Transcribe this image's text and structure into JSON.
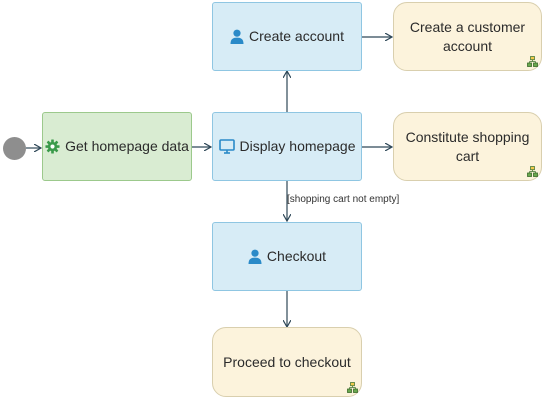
{
  "nodes": {
    "get_homepage_data": "Get homepage data",
    "display_homepage": "Display homepage",
    "create_account": "Create account",
    "checkout": "Checkout",
    "create_customer_account": "Create a customer account",
    "constitute_shopping_cart": "Constitute shopping cart",
    "proceed_to_checkout": "Proceed to checkout"
  },
  "guards": {
    "display_to_checkout": "[shopping cart not empty]"
  },
  "icons": {
    "user": "user-icon",
    "monitor": "monitor-icon",
    "gear": "gear-icon",
    "subprocess": "subprocess-icon"
  },
  "colors": {
    "action_fill": "#d7ecf6",
    "action_border": "#8fc6e2",
    "service_fill": "#d9ecd2",
    "service_border": "#9cc98c",
    "subprocess_fill": "#fcf3dc",
    "subprocess_border": "#d9cfae",
    "edge": "#2f4858",
    "start_node": "#8e8e8e",
    "gear": "#3a9a4a",
    "icon_blue": "#2a8ac8"
  }
}
